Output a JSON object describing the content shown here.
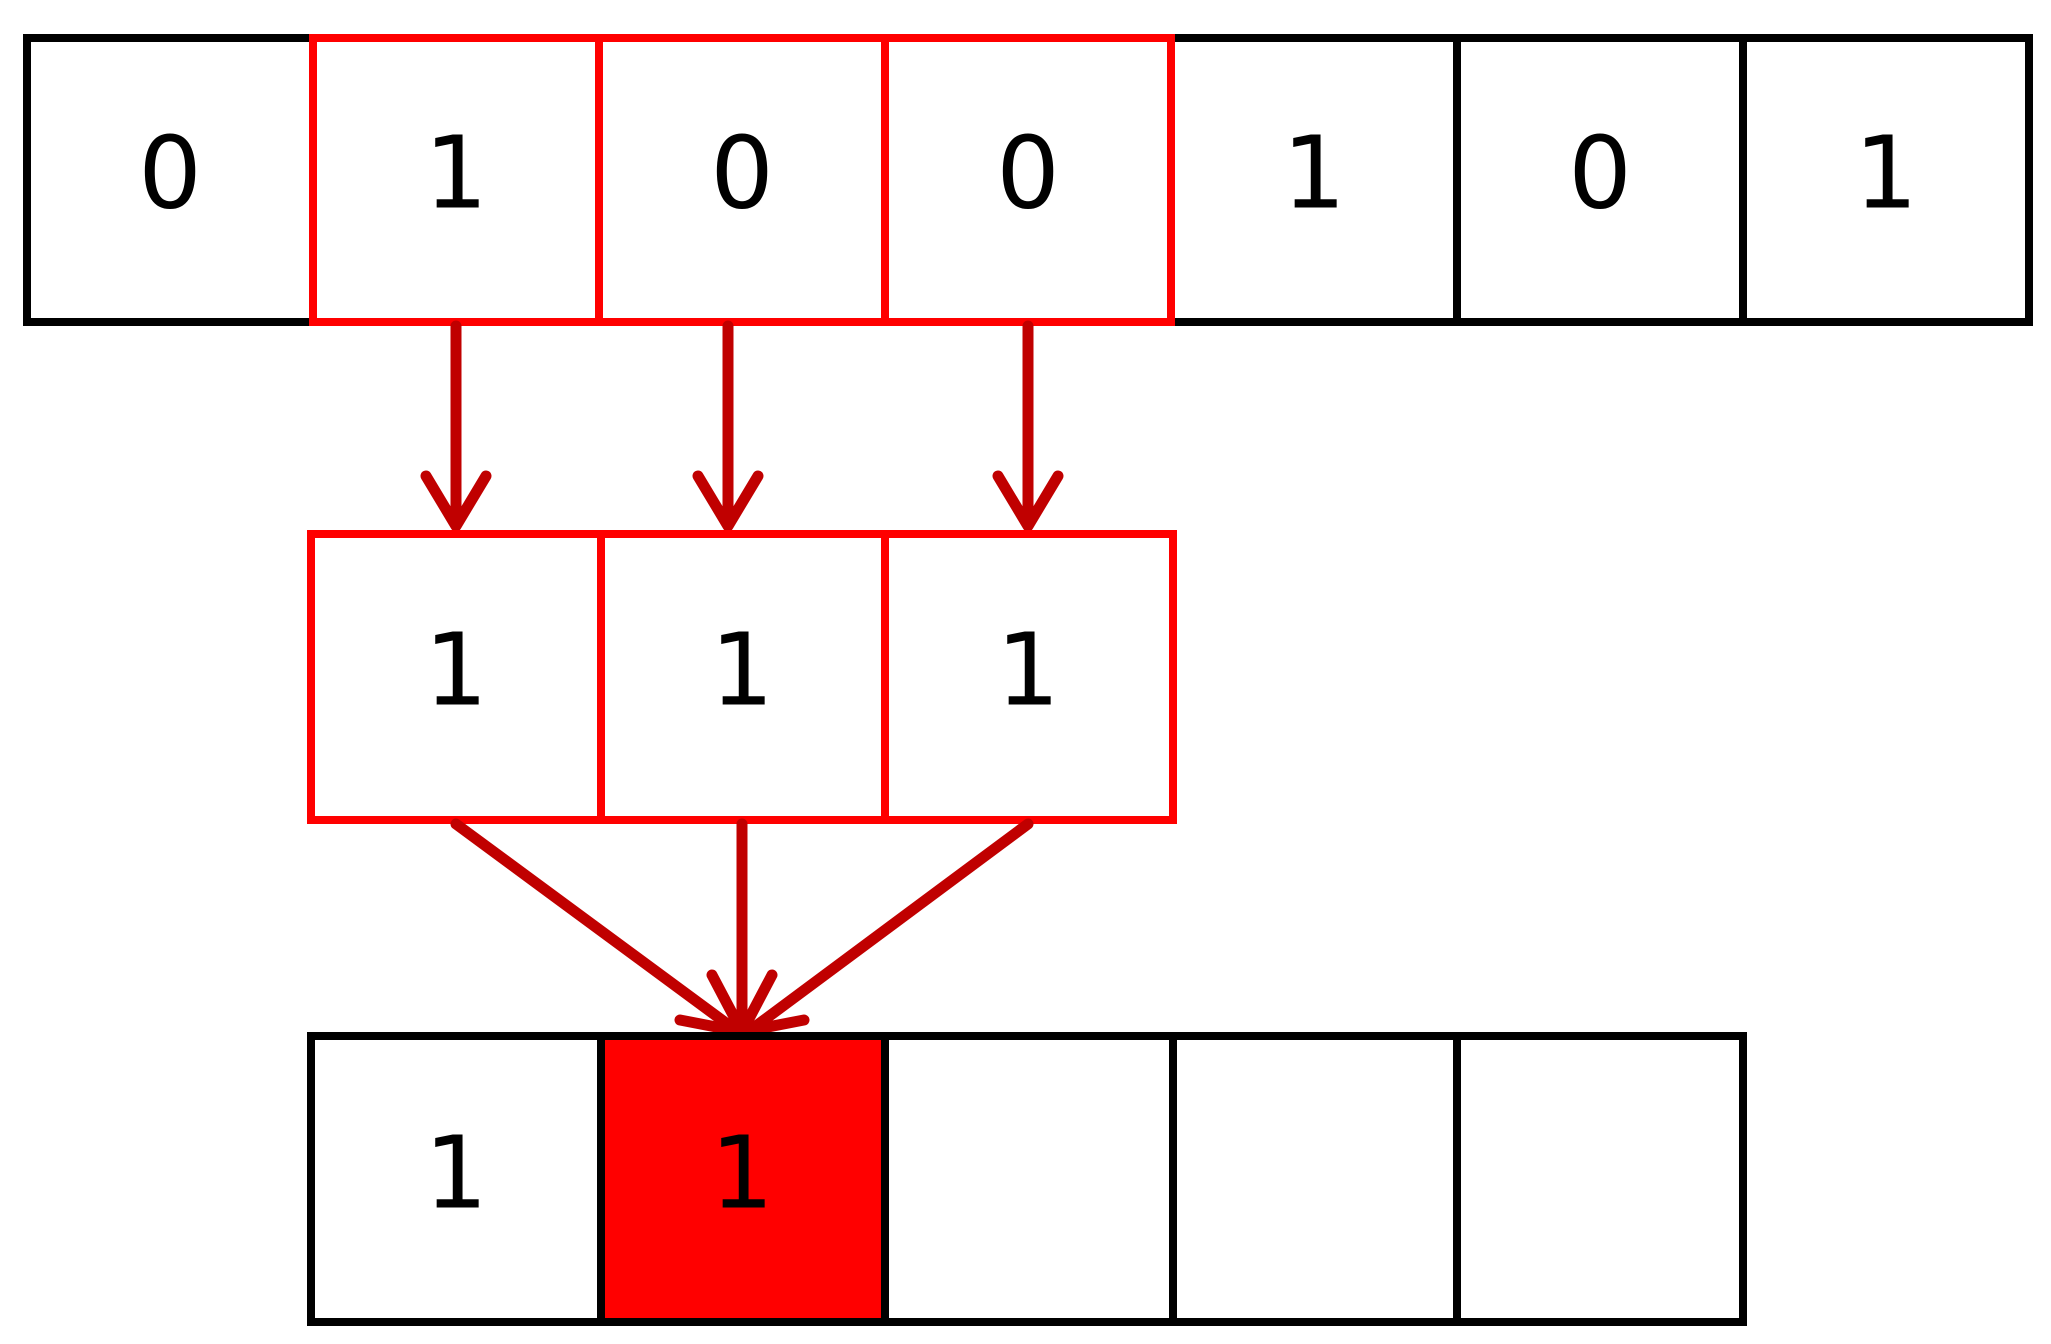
{
  "input_row": {
    "cells": [
      "0",
      "1",
      "0",
      "0",
      "1",
      "0",
      "1"
    ],
    "highlight_start": 1,
    "highlight_length": 3
  },
  "kernel": {
    "cells": [
      "1",
      "1",
      "1"
    ]
  },
  "output_row": {
    "cells": [
      "1",
      "1",
      "",
      "",
      ""
    ],
    "highlight_index": 1
  },
  "colors": {
    "black": "#000000",
    "window_red": "#ff0000",
    "arrow_red": "#c00000",
    "highlight_fill": "#ff0000"
  }
}
